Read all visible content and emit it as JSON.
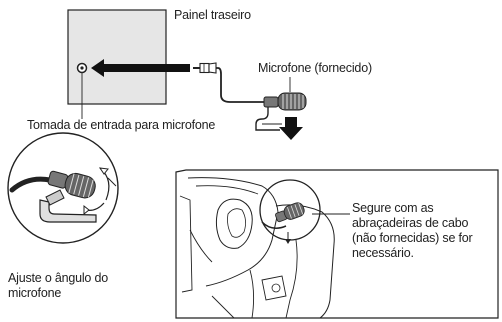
{
  "labels": {
    "rear_panel": "Painel traseiro",
    "microphone": "Microfone (fornecido)",
    "input_jack": "Tomada de entrada para microfone",
    "adjust_angle": "Ajuste o ângulo do microfone",
    "secure_clamps": "Segure com as abraçadeiras de cabo (não fornecidas) se for necessário."
  },
  "colors": {
    "panel_fill": "#e6e6e6",
    "line": "#222222",
    "arrow": "#111111"
  }
}
